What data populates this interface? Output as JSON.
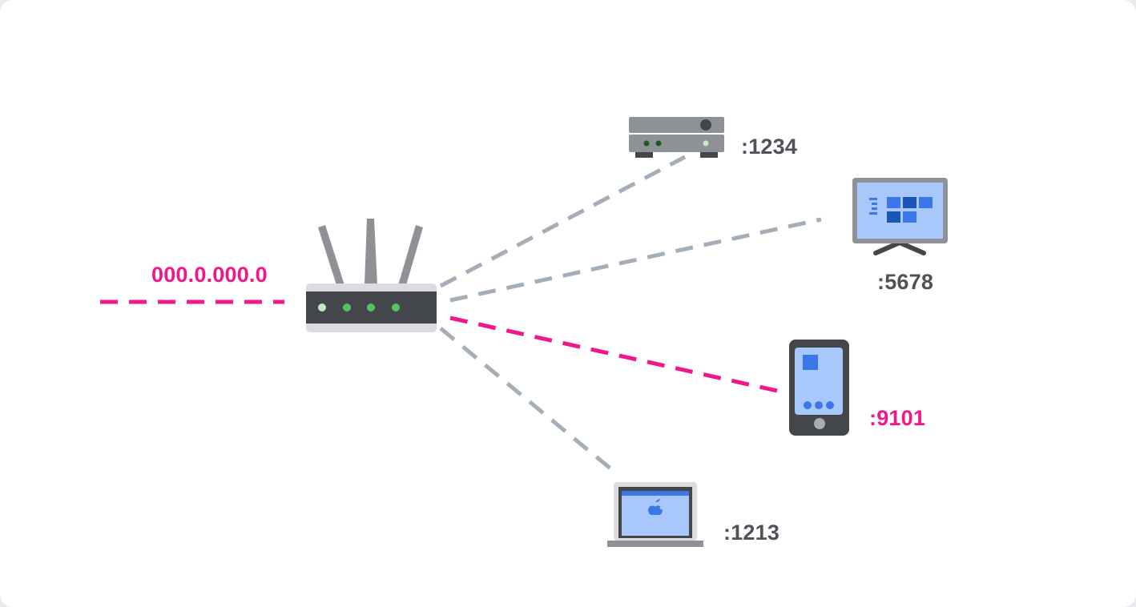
{
  "colors": {
    "highlight": "#f2168b",
    "link": "#a4aeb8",
    "label": "#4f5258",
    "device_dark": "#43464b",
    "device_gray": "#8e9196",
    "screen": "#a8c7fa",
    "screen_blue": "#3b78e7",
    "led_green": "#5bbf63"
  },
  "router": {
    "icon": "router-icon",
    "public_ip": "000.0.000.0"
  },
  "devices": [
    {
      "id": "server",
      "icon": "server-icon",
      "port": ":1234",
      "highlighted": false
    },
    {
      "id": "tv",
      "icon": "tv-icon",
      "port": ":5678",
      "highlighted": false
    },
    {
      "id": "phone",
      "icon": "phone-icon",
      "port": ":9101",
      "highlighted": true
    },
    {
      "id": "laptop",
      "icon": "laptop-icon",
      "port": ":1213",
      "highlighted": false
    }
  ]
}
